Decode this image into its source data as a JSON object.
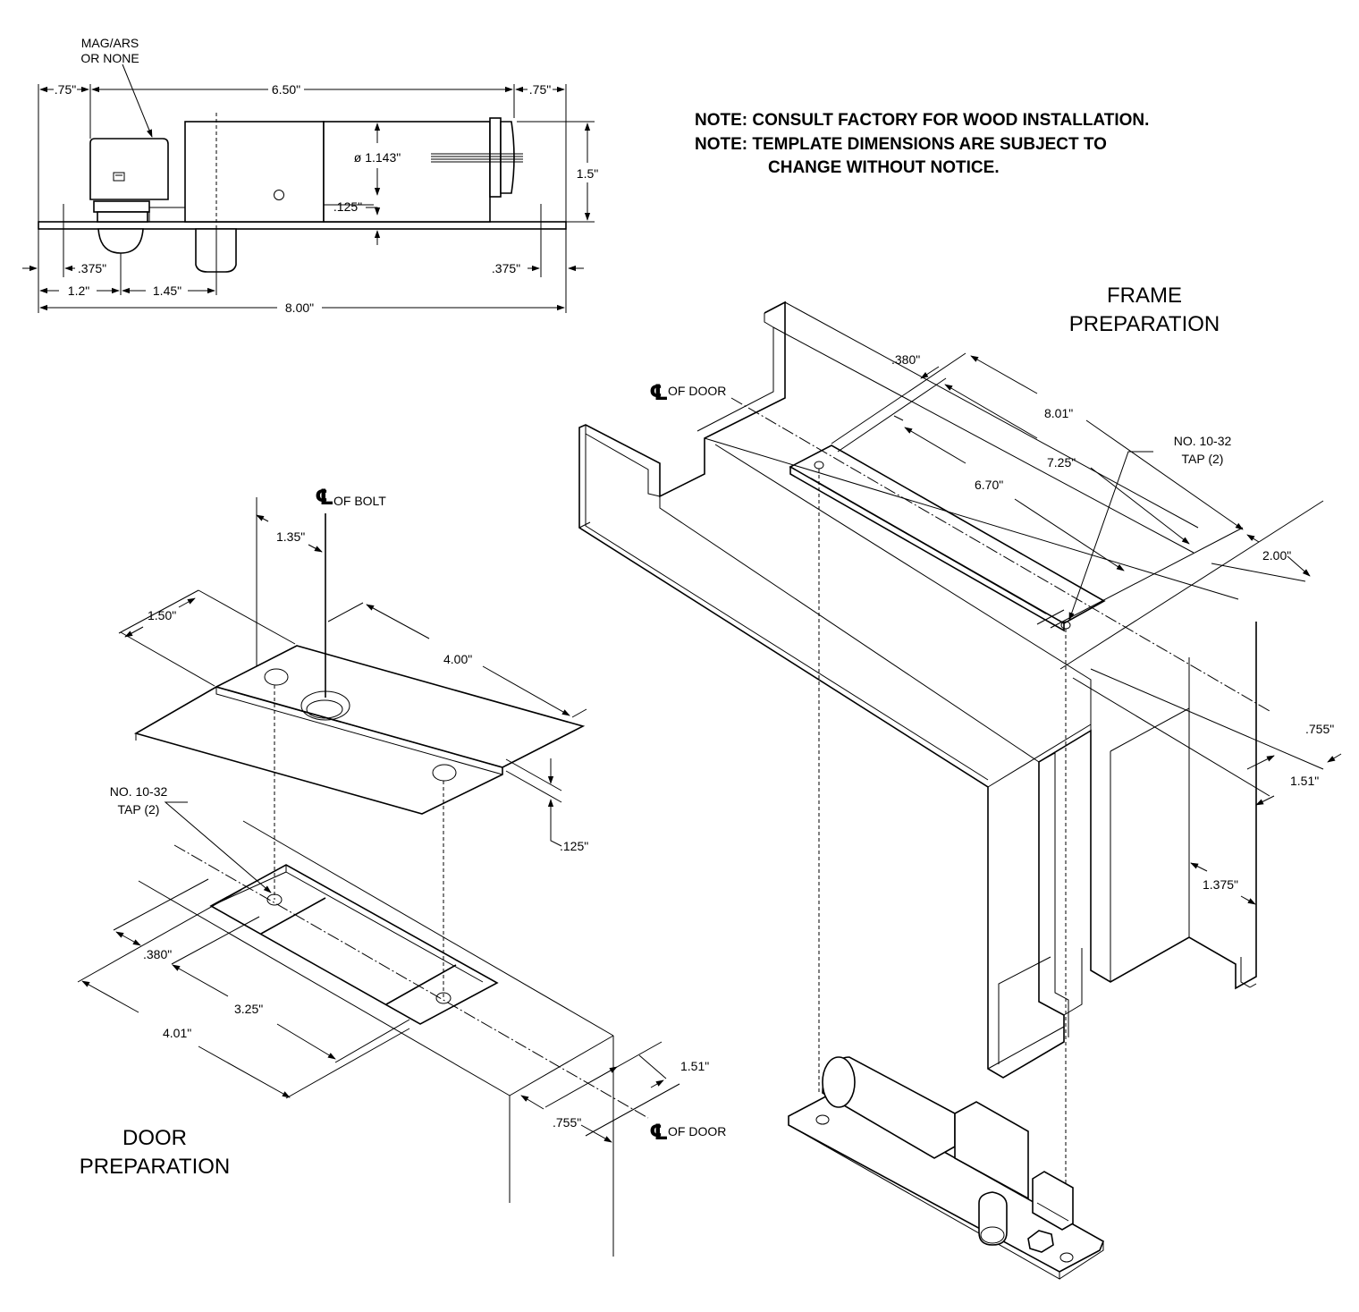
{
  "notes": [
    "NOTE: CONSULT FACTORY FOR WOOD INSTALLATION.",
    "NOTE: TEMPLATE DIMENSIONS ARE SUBJECT TO",
    "CHANGE WITHOUT NOTICE."
  ],
  "elevation": {
    "callout_line1": "MAG/ARS",
    "callout_line2": "OR NONE",
    "dims": {
      "left_offset": ".75\"",
      "overall_bolt": "6.50\"",
      "right_offset": ".75\"",
      "height": "1.5\"",
      "diameter": "ø 1.143\"",
      "plate_thickness": ".125\"",
      "hole_left": ".375\"",
      "hole_right": ".375\"",
      "to_housing": "1.2\"",
      "to_bolt": "1.45\"",
      "overall_plate": "8.00\""
    }
  },
  "door": {
    "title_line1": "DOOR",
    "title_line2": "PREPARATION",
    "cl_symbol": "℄",
    "cl_of_bolt": "OF BOLT",
    "cl_of_door": "OF DOOR",
    "tap_line1": "NO. 10-32",
    "tap_line2": "TAP (2)",
    "dims": {
      "bolt_offset": "1.35\"",
      "strike_width": "1.50\"",
      "strike_length": "4.00\"",
      "strike_thickness": ".125\"",
      "pocket_offset": ".380\"",
      "hole_spacing": "3.25\"",
      "pocket_length": "4.01\"",
      "door_edge": "1.51\"",
      "door_centerline": ".755\""
    }
  },
  "frame": {
    "title_line1": "FRAME",
    "title_line2": "PREPARATION",
    "cl_of_door": "OF DOOR",
    "tap_line1": "NO. 10-32",
    "tap_line2": "TAP (2)",
    "dims": {
      "frame_offset": ".380\"",
      "overall": "8.01\"",
      "mid": "7.25\"",
      "inner": "6.70\"",
      "width": "2.00\"",
      "centerline": ".755\"",
      "rabbet": "1.51\"",
      "stop": "1.375\""
    }
  }
}
